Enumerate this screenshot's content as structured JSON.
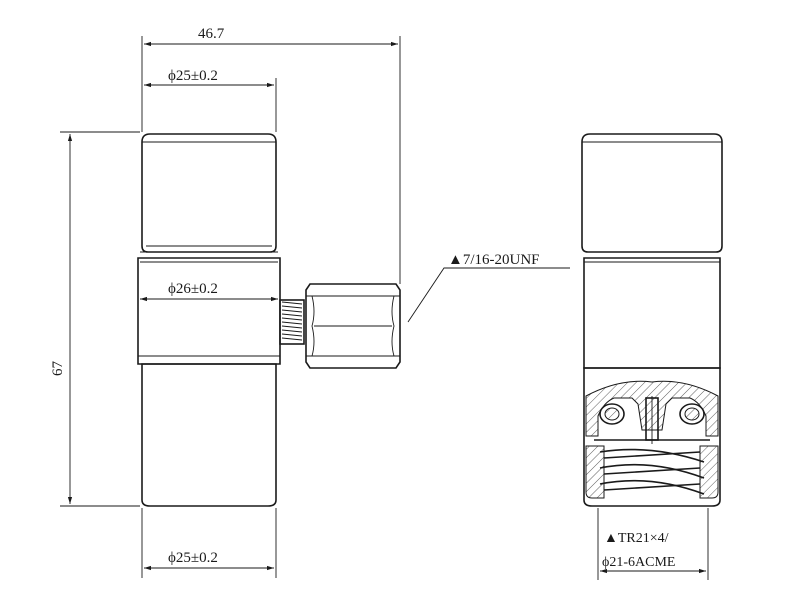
{
  "dimensions": {
    "overall_width": "46.7",
    "top_diameter": "ϕ25±0.2",
    "middle_diameter": "ϕ26±0.2",
    "bottom_diameter": "ϕ25±0.2",
    "height": "67"
  },
  "callouts": {
    "side_thread": "▲7/16-20UNF",
    "bottom_thread_line1": "▲TR21×4/",
    "bottom_thread_line2": "ϕ21-6ACME"
  }
}
